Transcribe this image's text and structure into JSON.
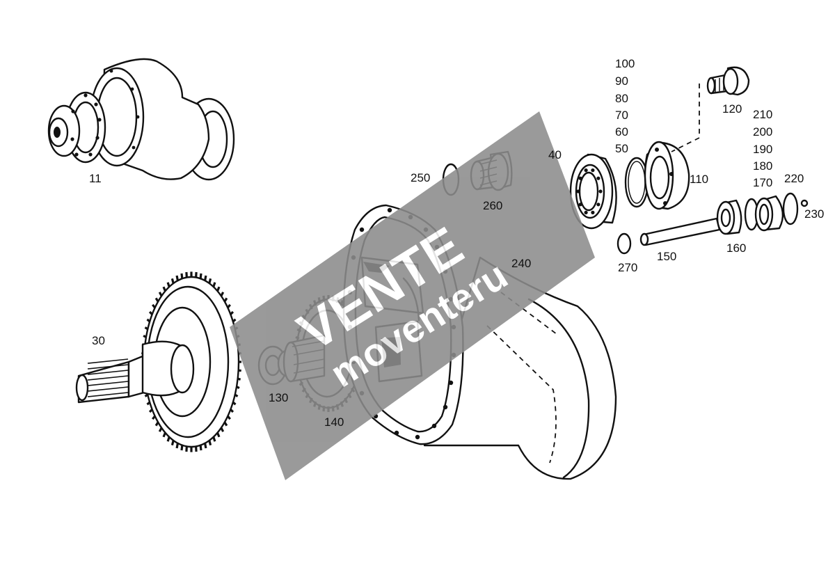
{
  "diagram": {
    "watermark": {
      "brand": "VENTE",
      "site": "moventeru",
      "band_color": "#8c8c8c",
      "text_color": "#ffffff"
    },
    "labels": {
      "p11": "11",
      "p30": "30",
      "p40": "40",
      "p50": "50",
      "p60": "60",
      "p70": "70",
      "p80": "80",
      "p90": "90",
      "p100": "100",
      "p110": "110",
      "p120": "120",
      "p130": "130",
      "p140": "140",
      "p150": "150",
      "p160": "160",
      "p170": "170",
      "p180": "180",
      "p190": "190",
      "p200": "200",
      "p210": "210",
      "p220": "220",
      "p230": "230",
      "p240": "240",
      "p250": "250",
      "p260": "260",
      "p270": "270"
    },
    "parts": [
      "final-drive-assembly",
      "gear-shaft",
      "bearing",
      "bearing-cover",
      "screw",
      "spacer-bearing",
      "spur-gear",
      "pin",
      "bushing",
      "seal-ring",
      "o-ring",
      "snap-ring",
      "housing",
      "seal-washer",
      "drain-plug"
    ]
  }
}
